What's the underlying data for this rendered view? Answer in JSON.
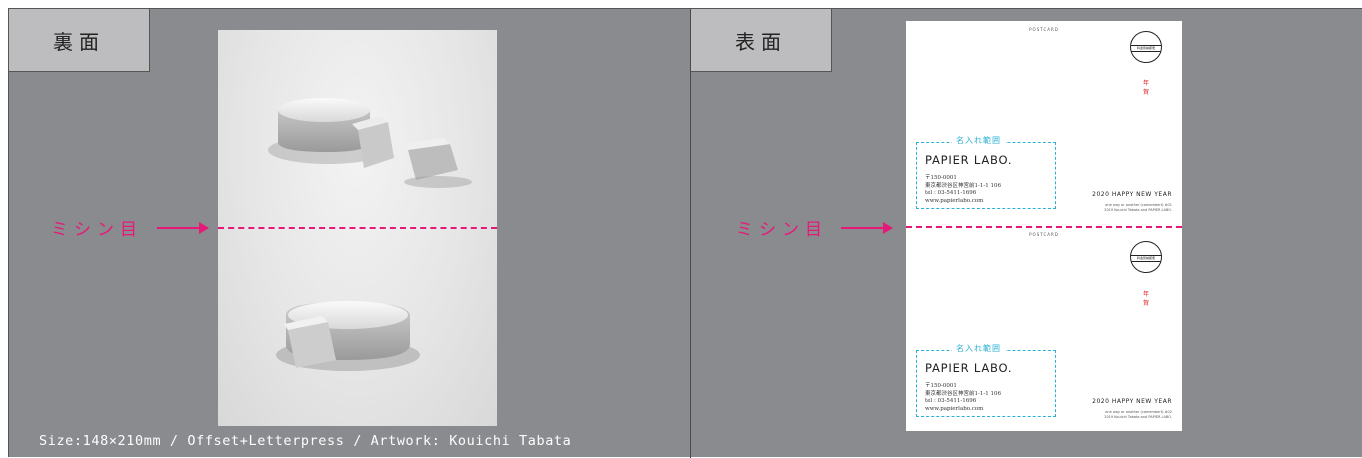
{
  "back": {
    "tab_label": "裏面",
    "perforation_label": "ミシン目",
    "caption": "Size:148×210mm / Offset+Letterpress / Artwork: Kouichi Tabata"
  },
  "front": {
    "tab_label": "表面",
    "perforation_label": "ミシン目",
    "cards": [
      {
        "postcard_label": "POSTCARD",
        "stamp_text": "料金別納郵便",
        "nenga": "年賀",
        "name_box_title": "名入れ範囲",
        "company": "PAPIER LABO.",
        "postal": "〒150-0001",
        "address": "東京都渋谷区神宮前1-1-1 106",
        "tel": "tel : 03-5411-1696",
        "web": "www.papierlabo.com",
        "greeting": "2020 HAPPY NEW YEAR",
        "fine1": "one way or another (camembert) #01",
        "fine2": "2019 Kouichi Tabata and PAPIER LABO."
      },
      {
        "postcard_label": "POSTCARD",
        "stamp_text": "料金別納郵便",
        "nenga": "年賀",
        "name_box_title": "名入れ範囲",
        "company": "PAPIER LABO.",
        "postal": "〒150-0001",
        "address": "東京都渋谷区神宮前1-1-1 106",
        "tel": "tel : 03-5411-1696",
        "web": "www.papierlabo.com",
        "greeting": "2020 HAPPY NEW YEAR",
        "fine1": "one way or another (camembert) #02",
        "fine2": "2019 Kouichi Tabata and PAPIER LABO."
      }
    ]
  },
  "colors": {
    "background": "#8a8b8e",
    "tab": "#bdbdbf",
    "perforation": "#e51a78",
    "name_box": "#2ab2d6",
    "nenga": "#e51a1a"
  }
}
